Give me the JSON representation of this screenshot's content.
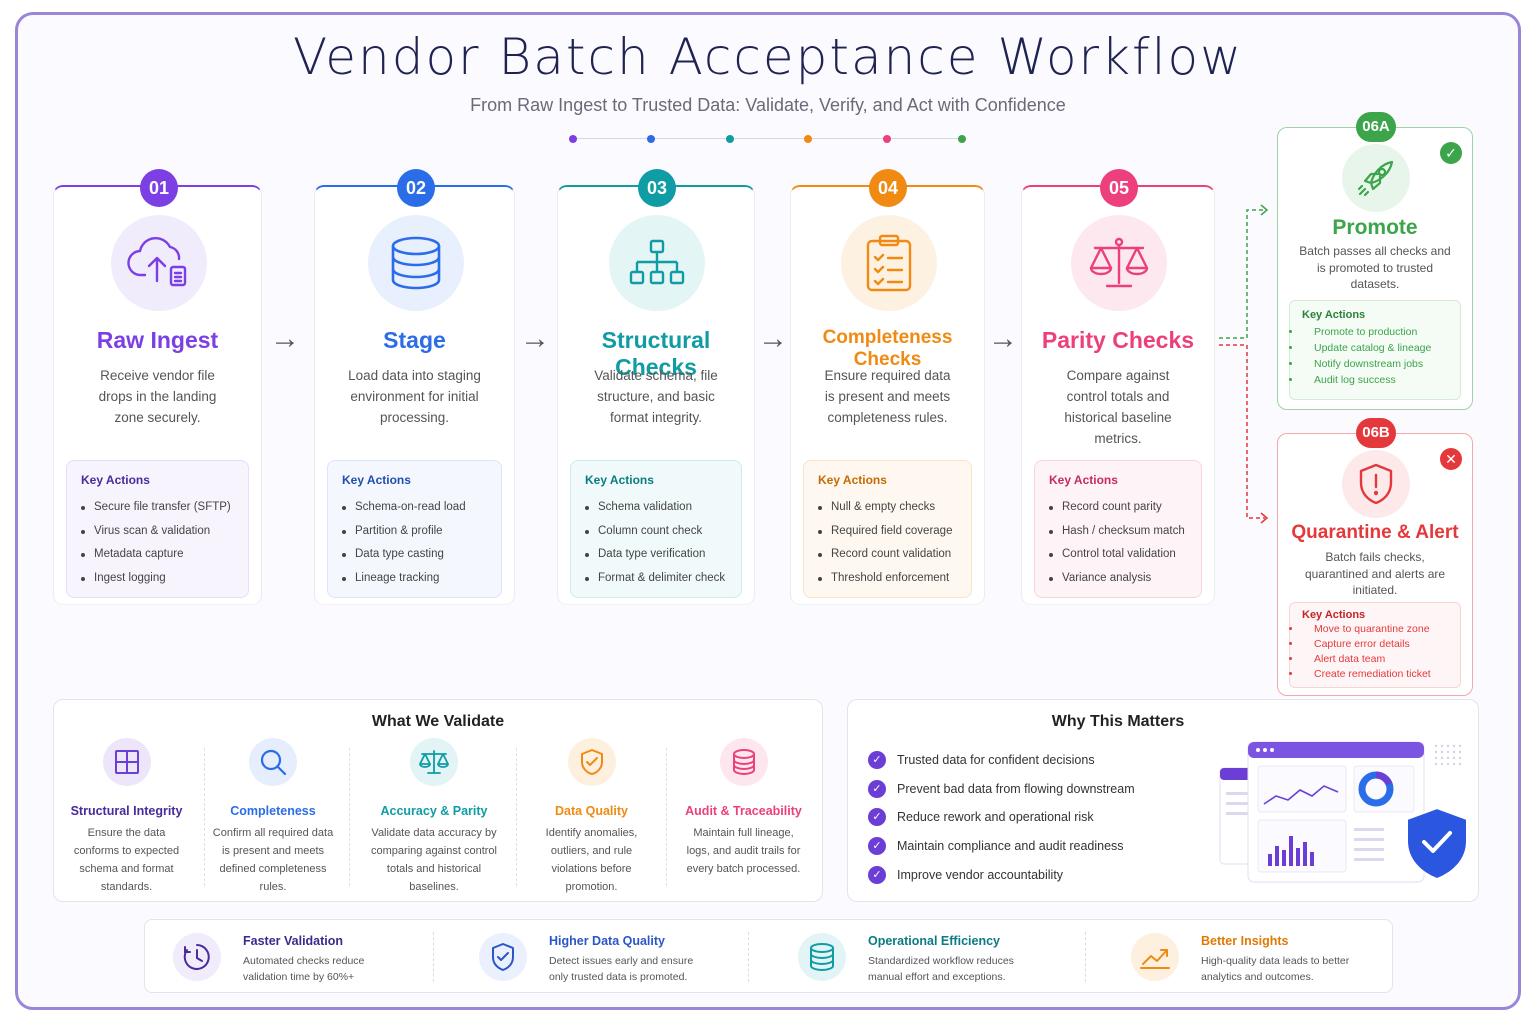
{
  "header": {
    "title": "Vendor Batch Acceptance Workflow",
    "subtitle": "From Raw Ingest to Trusted Data: Validate, Verify, and Act with Confidence"
  },
  "colors": {
    "purple": "#7b3fe4",
    "blue": "#2b6de8",
    "teal": "#0f9ca4",
    "orange": "#f08a12",
    "pink": "#ec3f7c",
    "green": "#3ca44a",
    "red": "#e5383b"
  },
  "steps": [
    {
      "number": "01",
      "title": "Raw Ingest",
      "description": "Receive vendor file drops in the landing zone securely.",
      "key_actions_label": "Key Actions",
      "actions": [
        "Secure file transfer (SFTP)",
        "Virus scan & validation",
        "Metadata capture",
        "Ingest logging"
      ]
    },
    {
      "number": "02",
      "title": "Stage",
      "description": "Load data into staging environment for initial processing.",
      "key_actions_label": "Key Actions",
      "actions": [
        "Schema-on-read load",
        "Partition & profile",
        "Data type casting",
        "Lineage tracking"
      ]
    },
    {
      "number": "03",
      "title": "Structural Checks",
      "description": "Validate schema, file structure, and basic format integrity.",
      "key_actions_label": "Key Actions",
      "actions": [
        "Schema validation",
        "Column count check",
        "Data type verification",
        "Format & delimiter check"
      ]
    },
    {
      "number": "04",
      "title": "Completeness Checks",
      "description": "Ensure required data is present and meets completeness rules.",
      "key_actions_label": "Key Actions",
      "actions": [
        "Null & empty checks",
        "Required field coverage",
        "Record count validation",
        "Threshold enforcement"
      ]
    },
    {
      "number": "05",
      "title": "Parity Checks",
      "description": "Compare against control totals and historical baseline metrics.",
      "key_actions_label": "Key Actions",
      "actions": [
        "Record count parity",
        "Hash / checksum match",
        "Control total validation",
        "Variance analysis"
      ]
    }
  ],
  "outcomes": {
    "promote": {
      "number": "06A",
      "title": "Promote",
      "description": "Batch passes all checks and is promoted to trusted datasets.",
      "key_actions_label": "Key Actions",
      "actions": [
        "Promote to production",
        "Update catalog & lineage",
        "Notify downstream jobs",
        "Audit log success"
      ]
    },
    "quarantine": {
      "number": "06B",
      "title": "Quarantine & Alert",
      "description": "Batch fails checks, quarantined and alerts are initiated.",
      "key_actions_label": "Key Actions",
      "actions": [
        "Move to quarantine zone",
        "Capture error details",
        "Alert data team",
        "Create remediation ticket"
      ]
    }
  },
  "validate": {
    "title": "What We Validate",
    "items": [
      {
        "title": "Structural Integrity",
        "description": "Ensure the data conforms to expected schema and format standards."
      },
      {
        "title": "Completeness",
        "description": "Confirm all required data is present and meets defined completeness rules."
      },
      {
        "title": "Accuracy & Parity",
        "description": "Validate data accuracy by comparing against control totals and historical baselines."
      },
      {
        "title": "Data Quality",
        "description": "Identify anomalies, outliers, and rule violations before promotion."
      },
      {
        "title": "Audit & Traceability",
        "description": "Maintain full lineage, logs, and audit trails for every batch processed."
      }
    ]
  },
  "why": {
    "title": "Why This Matters",
    "items": [
      "Trusted data for confident decisions",
      "Prevent bad data from flowing downstream",
      "Reduce rework and operational risk",
      "Maintain compliance and audit readiness",
      "Improve vendor accountability"
    ]
  },
  "benefits": [
    {
      "title": "Faster Validation",
      "description": "Automated checks reduce validation time by 60%+"
    },
    {
      "title": "Higher Data Quality",
      "description": "Detect issues early and ensure only trusted data is promoted."
    },
    {
      "title": "Operational Efficiency",
      "description": "Standardized workflow reduces manual effort and exceptions."
    },
    {
      "title": "Better Insights",
      "description": "High-quality data leads to better analytics and outcomes."
    }
  ]
}
